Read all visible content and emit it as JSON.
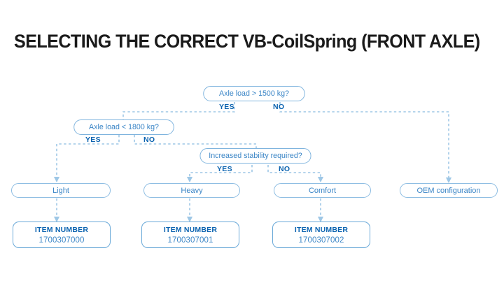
{
  "page": {
    "title": "SELECTING THE CORRECT VB-CoilSpring (FRONT AXLE)",
    "background_color": "#ffffff",
    "title_color": "#1a1a1a"
  },
  "colors": {
    "line": "#9ec7e6",
    "node_border": "#7fb4de",
    "node_text": "#3a85c6",
    "label_bold": "#0b63b0",
    "item_border": "#6aa9d8"
  },
  "chart_data": {
    "type": "diagram",
    "title": "SELECTING THE CORRECT VB-CoilSpring (FRONT AXLE)",
    "nodes": [
      {
        "id": "d1",
        "kind": "decision",
        "text": "Axle load > 1500 kg?"
      },
      {
        "id": "d2",
        "kind": "decision",
        "text": "Axle load < 1800 kg?"
      },
      {
        "id": "d3",
        "kind": "decision",
        "text": "Increased stability required?"
      },
      {
        "id": "r1",
        "kind": "result",
        "text": "Light"
      },
      {
        "id": "r2",
        "kind": "result",
        "text": "Heavy"
      },
      {
        "id": "r3",
        "kind": "result",
        "text": "Comfort"
      },
      {
        "id": "r4",
        "kind": "result",
        "text": "OEM configuration"
      },
      {
        "id": "i1",
        "kind": "item",
        "label": "ITEM NUMBER",
        "value": "1700307000"
      },
      {
        "id": "i2",
        "kind": "item",
        "label": "ITEM NUMBER",
        "value": "1700307001"
      },
      {
        "id": "i3",
        "kind": "item",
        "label": "ITEM NUMBER",
        "value": "1700307002"
      }
    ],
    "edges": [
      {
        "from": "d1",
        "to": "d2",
        "label": "YES"
      },
      {
        "from": "d1",
        "to": "r4",
        "label": "NO"
      },
      {
        "from": "d2",
        "to": "r1",
        "label": "YES"
      },
      {
        "from": "d2",
        "to": "d3",
        "label": "NO"
      },
      {
        "from": "d3",
        "to": "r2",
        "label": "YES"
      },
      {
        "from": "d3",
        "to": "r3",
        "label": "NO"
      },
      {
        "from": "r1",
        "to": "i1",
        "label": ""
      },
      {
        "from": "r2",
        "to": "i2",
        "label": ""
      },
      {
        "from": "r3",
        "to": "i3",
        "label": ""
      }
    ]
  },
  "decisions": {
    "d1": {
      "text": "Axle load > 1500 kg?",
      "yes": "YES",
      "no": "NO"
    },
    "d2": {
      "text": "Axle load < 1800 kg?",
      "yes": "YES",
      "no": "NO"
    },
    "d3": {
      "text": "Increased stability required?",
      "yes": "YES",
      "no": "NO"
    }
  },
  "results": {
    "light": "Light",
    "heavy": "Heavy",
    "comfort": "Comfort",
    "oem": "OEM configuration"
  },
  "items": [
    {
      "label": "ITEM NUMBER",
      "value": "1700307000"
    },
    {
      "label": "ITEM NUMBER",
      "value": "1700307001"
    },
    {
      "label": "ITEM NUMBER",
      "value": "1700307002"
    }
  ]
}
